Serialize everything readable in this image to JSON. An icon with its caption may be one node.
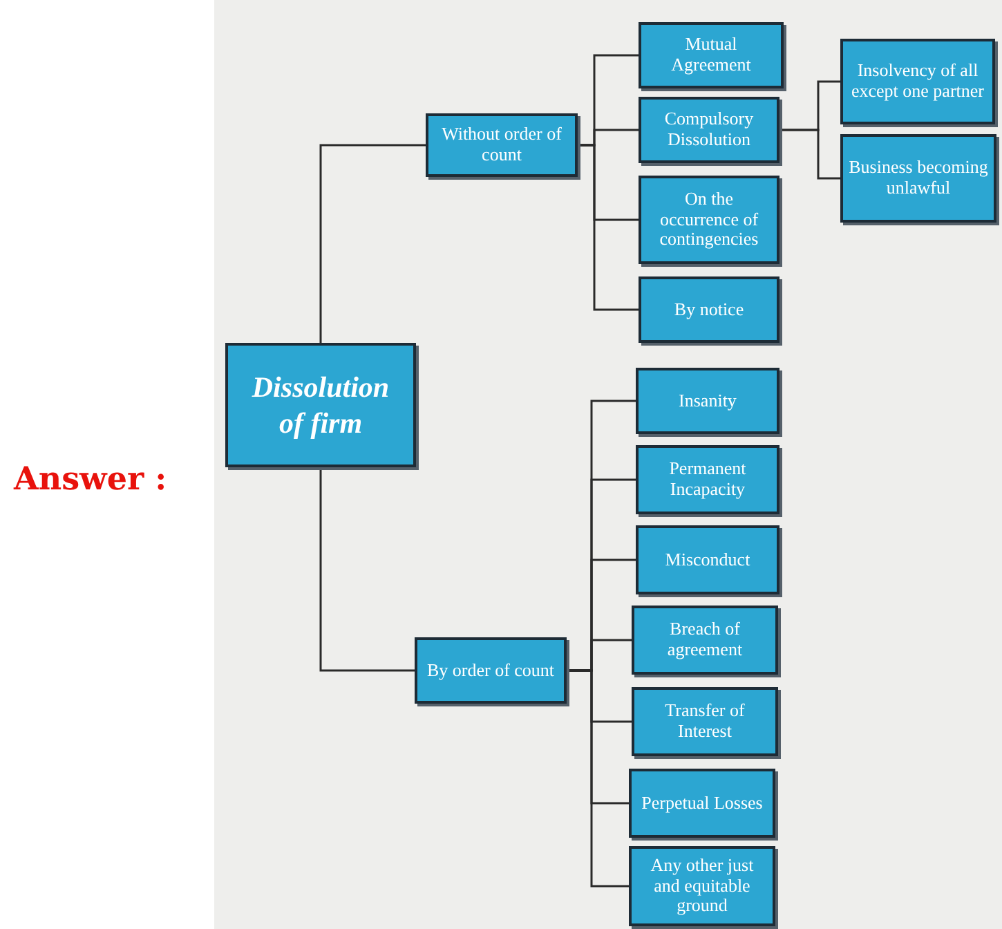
{
  "diagram": {
    "nodes": [
      {
        "text": [
          "Dissolution of firm"
        ]
      },
      {
        "text": [
          "Without order of count"
        ]
      },
      {
        "text": [
          "Mutual Agreement"
        ]
      },
      {
        "text": [
          "Compulsory Dissolution"
        ]
      },
      {
        "text": [
          "Insolvency of all except one partner"
        ]
      },
      {
        "text": [
          "Business becoming unlawful"
        ]
      },
      {
        "text": [
          "On the occurrence of contingencies"
        ]
      },
      {
        "text": [
          "By notice"
        ]
      },
      {
        "text": [
          "By order of count"
        ]
      },
      {
        "text": [
          "Insanity"
        ]
      },
      {
        "text": [
          "Permanent Incapacity"
        ]
      },
      {
        "text": [
          "Misconduct"
        ]
      },
      {
        "text": [
          "Breach of agreement"
        ]
      },
      {
        "text": [
          "Transfer of Interest"
        ]
      },
      {
        "text": [
          "Perpetual Losses"
        ]
      },
      {
        "text": [
          "Any other just and equitable ground"
        ]
      }
    ],
    "edges": [
      {
        "from": 0,
        "to": 1,
        "arrow": "none"
      },
      {
        "from": 0,
        "to": 8,
        "arrow": "none"
      },
      {
        "from": 1,
        "to": 2,
        "arrow": "none"
      },
      {
        "from": 1,
        "to": 3,
        "arrow": "none"
      },
      {
        "from": 1,
        "to": 6,
        "arrow": "none"
      },
      {
        "from": 1,
        "to": 7,
        "arrow": "none"
      },
      {
        "from": 3,
        "to": 4,
        "arrow": "none"
      },
      {
        "from": 3,
        "to": 5,
        "arrow": "none"
      },
      {
        "from": 8,
        "to": 9,
        "arrow": "none"
      },
      {
        "from": 8,
        "to": 10,
        "arrow": "none"
      },
      {
        "from": 8,
        "to": 11,
        "arrow": "none"
      },
      {
        "from": 8,
        "to": 12,
        "arrow": "none"
      },
      {
        "from": 8,
        "to": 13,
        "arrow": "none"
      },
      {
        "from": 8,
        "to": 14,
        "arrow": "none"
      },
      {
        "from": 8,
        "to": 15,
        "arrow": "none"
      }
    ],
    "labels": [
      "Answer :"
    ]
  }
}
